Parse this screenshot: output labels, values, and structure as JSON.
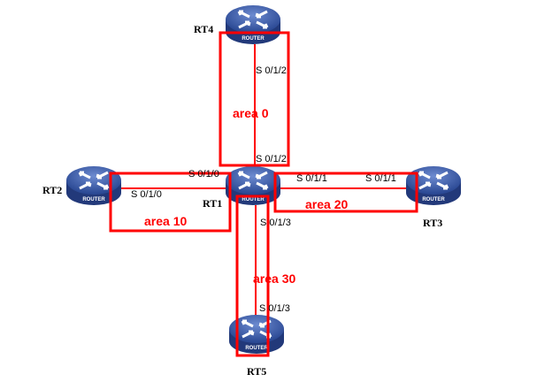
{
  "routers": [
    {
      "id": "rt4",
      "name": "RT4",
      "badge": "ROUTER"
    },
    {
      "id": "rt2",
      "name": "RT2",
      "badge": "ROUTER"
    },
    {
      "id": "rt1",
      "name": "RT1",
      "badge": "ROUTER"
    },
    {
      "id": "rt3",
      "name": "RT3",
      "badge": "ROUTER"
    },
    {
      "id": "rt5",
      "name": "RT5",
      "badge": "ROUTER"
    }
  ],
  "interfaces": {
    "rt4_s012": "S 0/1/2",
    "rt1_s012": "S 0/1/2",
    "rt1_s010": "S 0/1/0",
    "rt2_s010": "S 0/1/0",
    "rt1_s011": "S 0/1/1",
    "rt3_s011": "S 0/1/1",
    "rt1_s013": "S 0/1/3",
    "rt5_s013": "S 0/1/3"
  },
  "areas": {
    "a0": "area 0",
    "a10": "area 10",
    "a20": "area 20",
    "a30": "area 30"
  },
  "colors": {
    "area": "#ff0000",
    "router": "#3a5aa8"
  }
}
